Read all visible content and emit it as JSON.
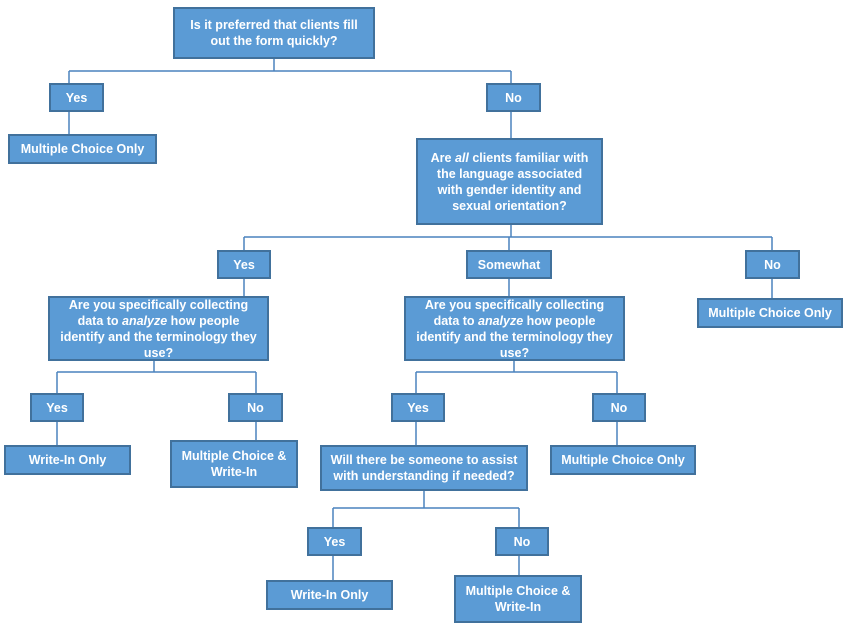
{
  "flowchart": {
    "q1": {
      "text": "Is it preferred that clients fill out the form quickly?"
    },
    "q1_yes": "Yes",
    "q1_no": "No",
    "q1_yes_result": "Multiple Choice Only",
    "q2": {
      "before": "Are ",
      "em": "all",
      "after": " clients familiar with the language associated with gender identity and sexual orientation?"
    },
    "q2_yes": "Yes",
    "q2_somewhat": "Somewhat",
    "q2_no": "No",
    "q2_no_result": "Multiple Choice Only",
    "q3a": {
      "before": "Are you specifically collecting data to ",
      "em": "analyze",
      "after": " how people identify and the terminology they use?"
    },
    "q3a_yes": "Yes",
    "q3a_no": "No",
    "q3a_yes_result": "Write-In Only",
    "q3a_no_result": "Multiple Choice & Write-In",
    "q3b": {
      "before": "Are you specifically collecting data to ",
      "em": "analyze",
      "after": " how people identify and the terminology they use?"
    },
    "q3b_yes": "Yes",
    "q3b_no": "No",
    "q3b_no_result": "Multiple Choice Only",
    "q4": {
      "text": "Will there be someone to assist with understanding if needed?"
    },
    "q4_yes": "Yes",
    "q4_no": "No",
    "q4_yes_result": "Write-In Only",
    "q4_no_result": "Multiple Choice & Write-In"
  },
  "colors": {
    "box_fill": "#5b9bd5",
    "box_border": "#41719c",
    "connector": "#4a82be",
    "text": "#ffffff"
  }
}
